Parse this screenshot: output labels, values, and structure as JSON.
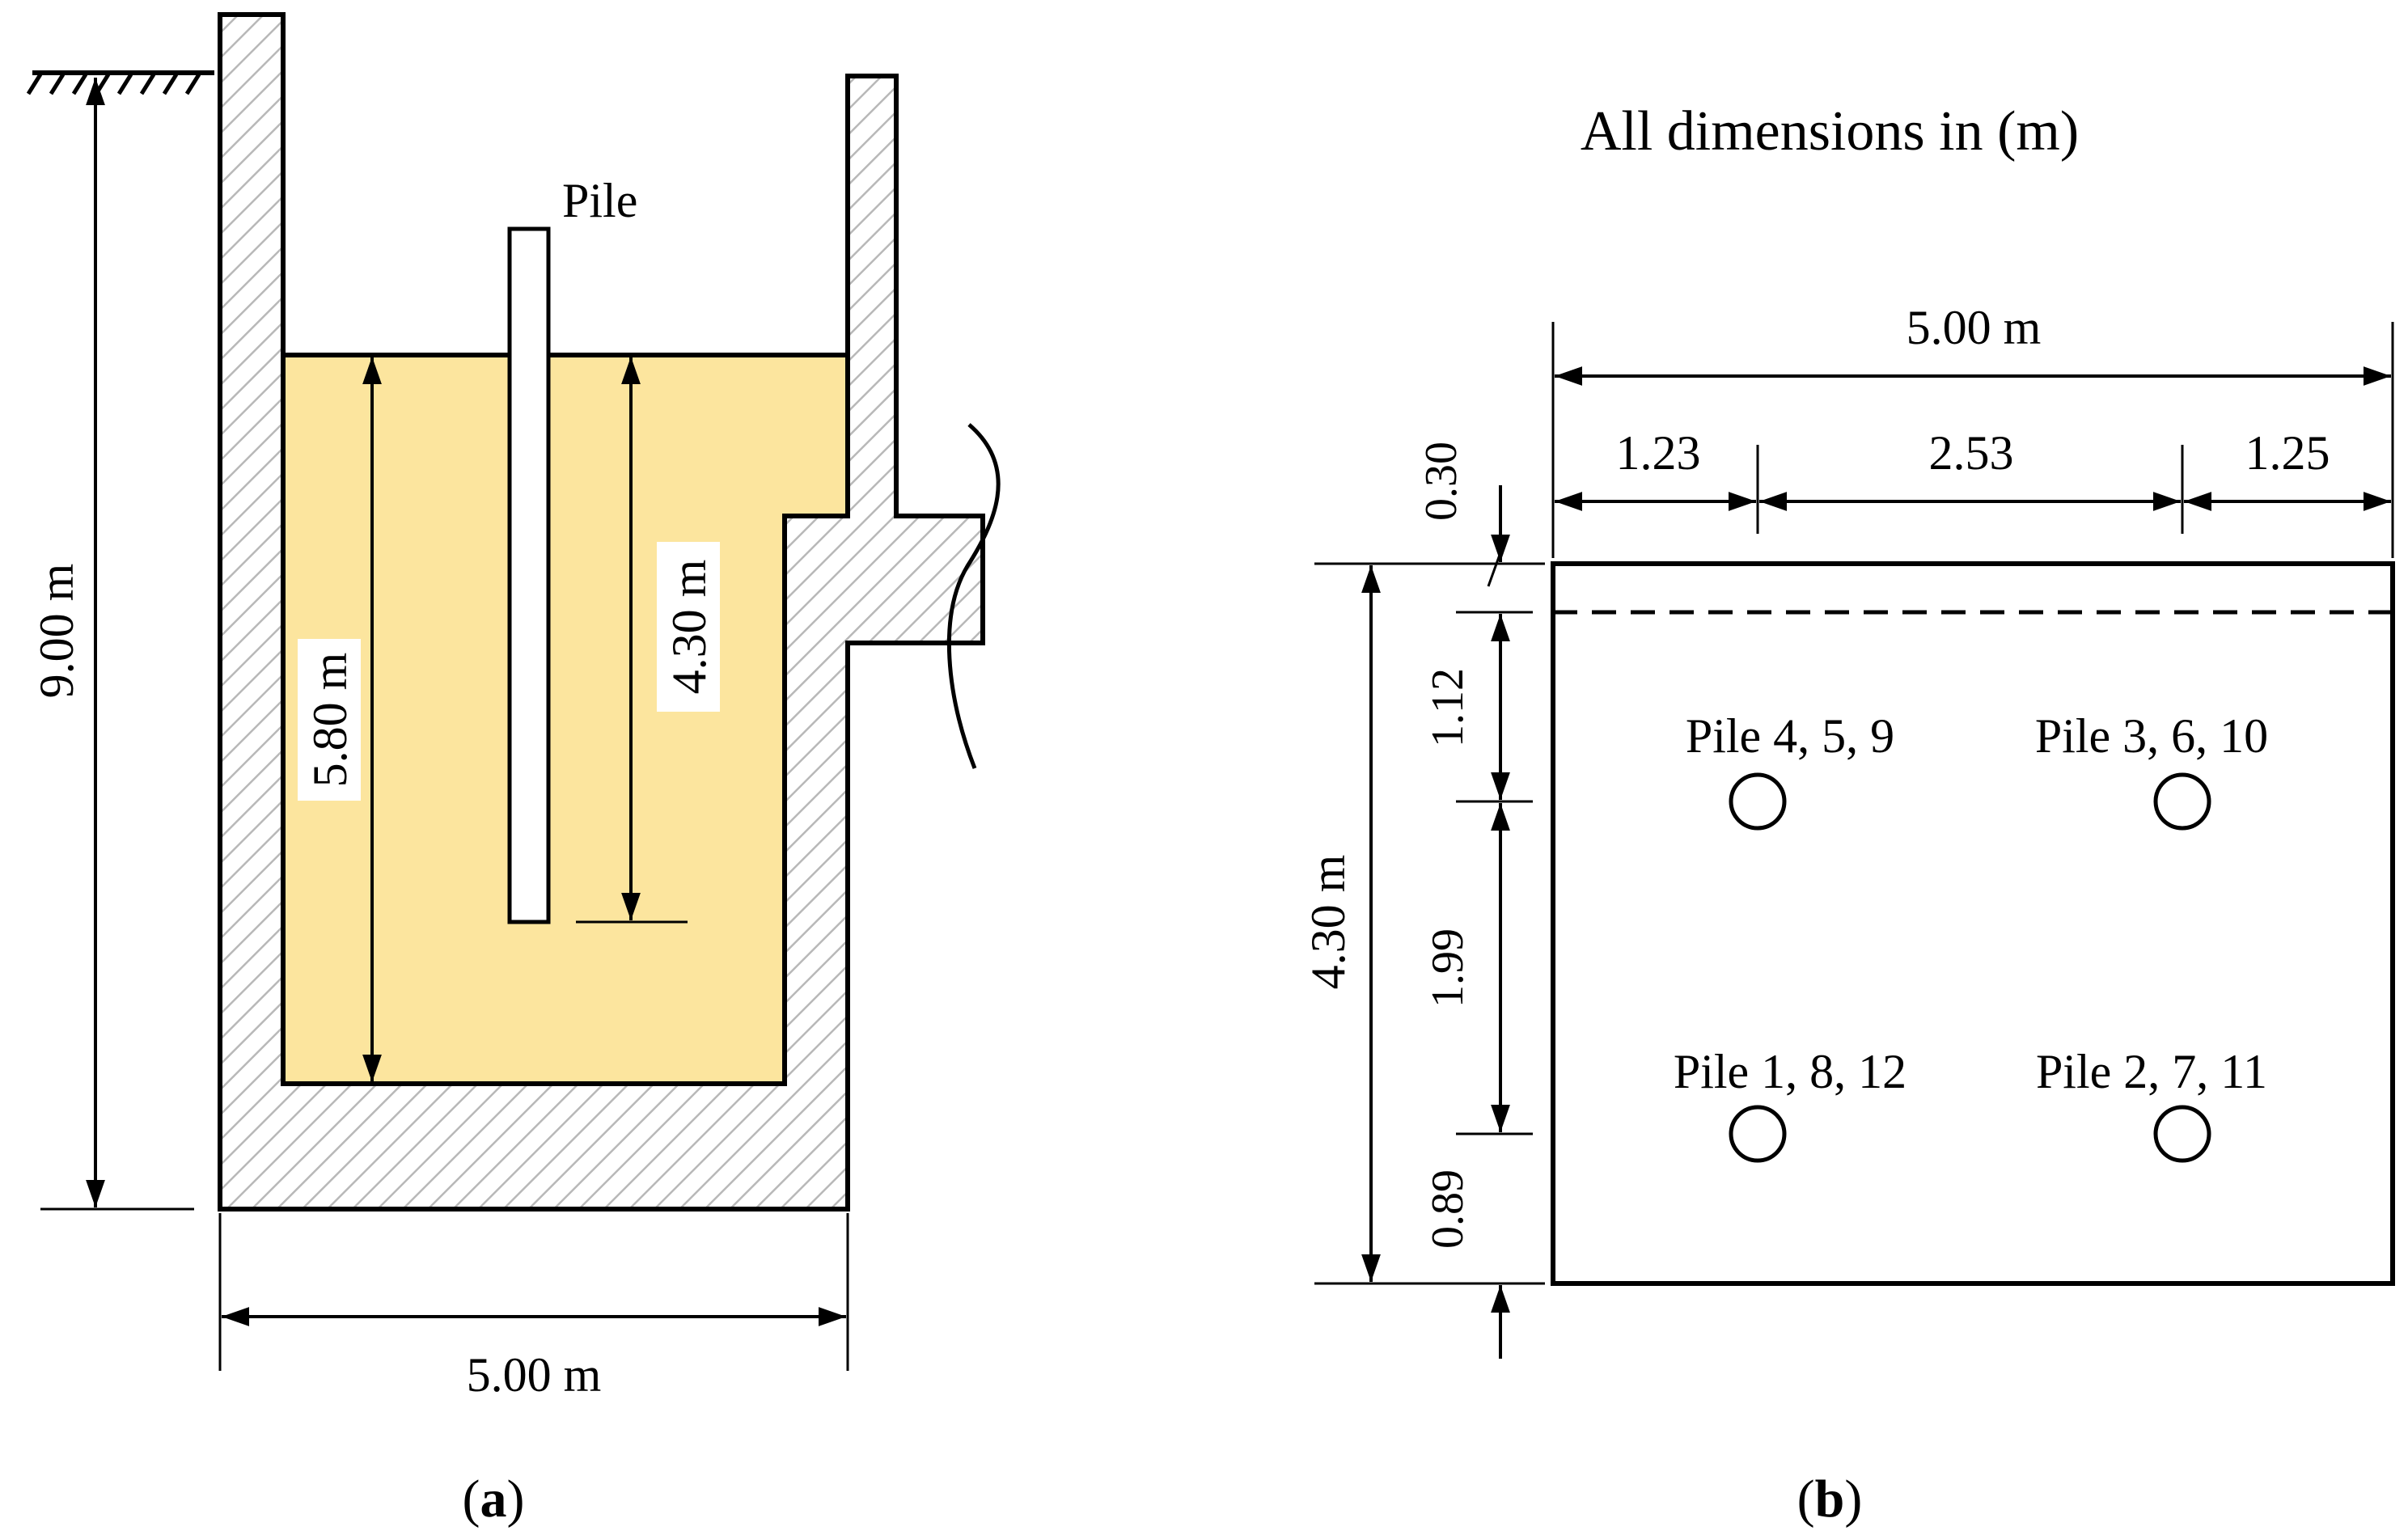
{
  "panel_a": {
    "pile_label": "Pile",
    "height_total": "9.00 m",
    "height_soil": "5.80 m",
    "pile_embed": "4.30 m",
    "width": "5.00 m",
    "caption_open": "(",
    "caption_letter": "a",
    "caption_close": ")"
  },
  "panel_b": {
    "note": "All dimensions in (m)",
    "width_total": "5.00 m",
    "dim_left": "1.23",
    "dim_middle": "2.53",
    "dim_right": "1.25",
    "dim_top_offset": "0.30",
    "depth_total": "4.30 m",
    "dim_upper": "1.12",
    "dim_mid": "1.99",
    "dim_lower": "0.89",
    "pile_group_upper_left": "Pile 4, 5, 9",
    "pile_group_upper_right": "Pile 3, 6, 10",
    "pile_group_lower_left": "Pile 1, 8, 12",
    "pile_group_lower_right": "Pile 2, 7, 11",
    "caption_open": "(",
    "caption_letter": "b",
    "caption_close": ")"
  },
  "colors": {
    "soil_fill": "#fce59e",
    "hatch_stroke": "#b8b8b8",
    "line": "#000000"
  }
}
